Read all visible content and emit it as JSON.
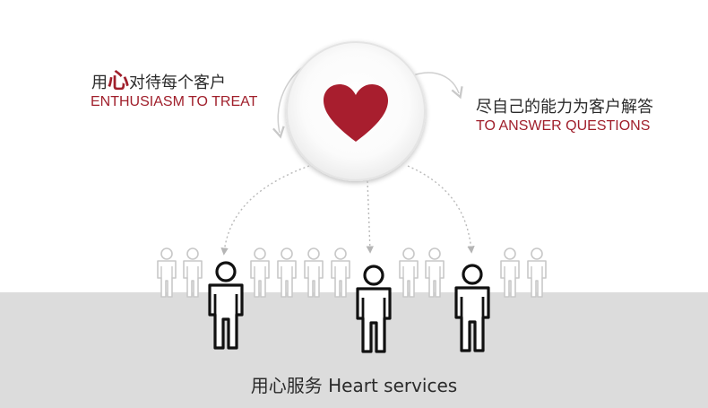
{
  "colors": {
    "accent": "#a01f2b",
    "heart": "#a81e2e",
    "text": "#2b2b2b",
    "band": "#dcdcdc"
  },
  "left_caption": {
    "cn_prefix": "用",
    "cn_highlight": "心",
    "cn_suffix": "对待每个客户",
    "en": "ENTHUSIASM TO TREAT"
  },
  "right_caption": {
    "cn": "尽自己的能力为客户解答",
    "en": "TO ANSWER QUESTIONS"
  },
  "footer": {
    "text": "用心服务 Heart services"
  },
  "icons": {
    "center": "heart-icon",
    "people": "person-icon"
  }
}
